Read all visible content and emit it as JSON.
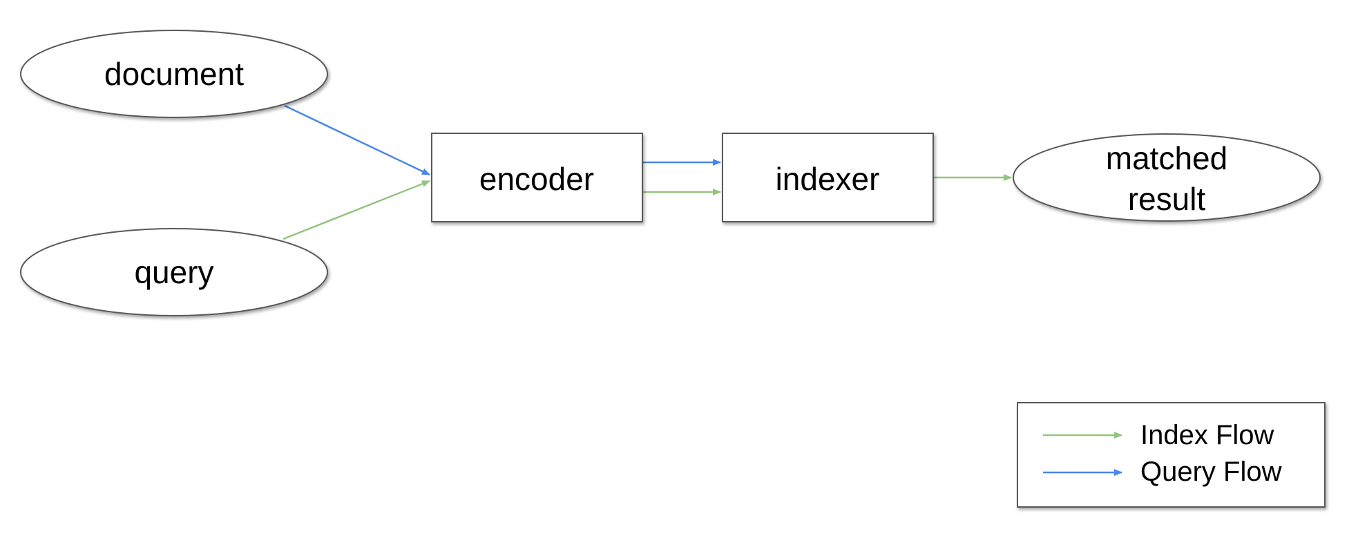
{
  "nodes": {
    "document": {
      "label": "document"
    },
    "query": {
      "label": "query"
    },
    "encoder": {
      "label": "encoder"
    },
    "indexer": {
      "label": "indexer"
    },
    "matched_result": {
      "label_line1": "matched",
      "label_line2": "result"
    }
  },
  "legend": {
    "index_flow": "Index Flow",
    "query_flow": "Query Flow"
  },
  "colors": {
    "index_flow": "#93c47d",
    "query_flow": "#4a86e8",
    "outline": "#595959",
    "shadow": "#b7b7b7"
  }
}
